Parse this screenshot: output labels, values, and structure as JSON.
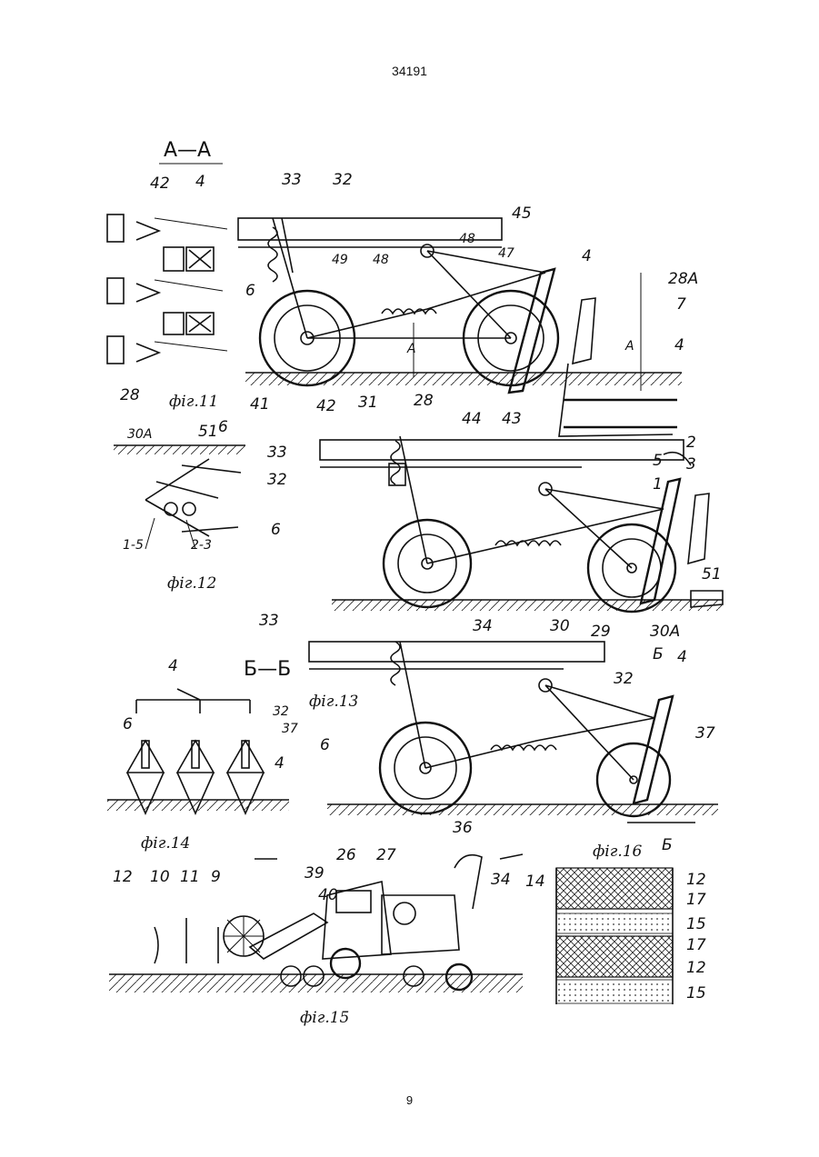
{
  "header": {
    "page_code": "34191"
  },
  "footer": {
    "page_number": "9"
  },
  "figures": {
    "fig11": {
      "caption": "фіг.11",
      "section_label": "A—A",
      "labels": [
        "42",
        "4",
        "33",
        "32",
        "45",
        "48",
        "47",
        "4",
        "28A",
        "7",
        "49",
        "48",
        "6",
        "A",
        "A",
        "4",
        "28",
        "41",
        "42",
        "31",
        "28",
        "44",
        "43"
      ]
    },
    "fig12": {
      "caption": "фіг.12",
      "labels": [
        "30A",
        "51",
        "6",
        "1-5",
        "2-3",
        "33",
        "32",
        "2",
        "5",
        "3",
        "1",
        "6",
        "51",
        "34",
        "30",
        "29",
        "30A"
      ]
    },
    "fig13": {
      "caption": "фіг.13",
      "section_label": "Б—Б",
      "labels": [
        "33",
        "Б",
        "4",
        "32",
        "6",
        "37",
        "36"
      ]
    },
    "fig14": {
      "caption": "фіг.14",
      "labels": [
        "4",
        "6",
        "32",
        "37",
        "4"
      ]
    },
    "fig15": {
      "caption": "фіг.15",
      "labels": [
        "26",
        "27",
        "39",
        "40",
        "12",
        "10",
        "11",
        "9",
        "34"
      ]
    },
    "fig16": {
      "caption": "фіг.16",
      "labels": [
        "Б",
        "14",
        "12",
        "17",
        "15",
        "17",
        "12",
        "15"
      ]
    }
  }
}
